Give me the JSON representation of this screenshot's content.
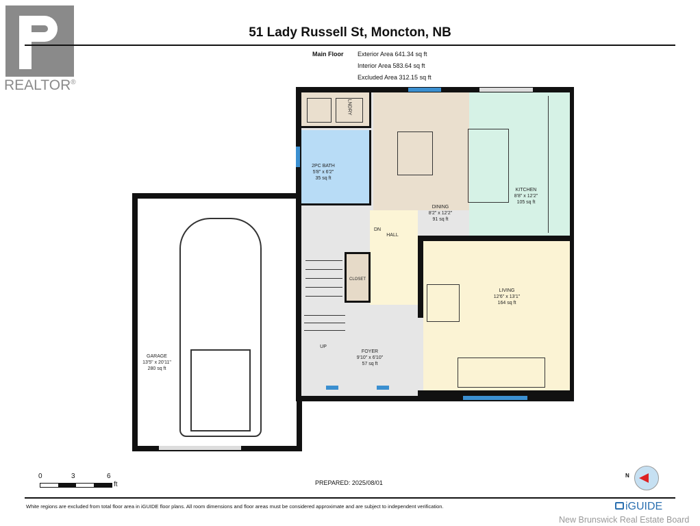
{
  "title": "51 Lady Russell St, Moncton, NB",
  "floor": {
    "name": "Main Floor",
    "exterior": "Exterior Area 641.34 sq ft",
    "interior": "Interior Area 583.64 sq ft",
    "excluded": "Excluded Area 312.15 sq ft"
  },
  "logo": {
    "text": "REALTOR",
    "mark": "®"
  },
  "rooms": {
    "laundry": {
      "name": "LNDRY"
    },
    "bath": {
      "name": "2PC BATH",
      "dims": "5'8\" x 6'2\"",
      "area": "35 sq ft"
    },
    "dining": {
      "name": "DINING",
      "dims": "8'2\" x 12'2\"",
      "area": "91 sq ft"
    },
    "kitchen": {
      "name": "KITCHEN",
      "dims": "8'8\" x 12'2\"",
      "area": "105 sq ft"
    },
    "hall": {
      "name": "HALL",
      "dn": "DN"
    },
    "closet": {
      "name": "CLOSET"
    },
    "living": {
      "name": "LIVING",
      "dims": "12'6\" x 13'1\"",
      "area": "164 sq ft"
    },
    "foyer": {
      "name": "FOYER",
      "dims": "9'10\" x 6'10\"",
      "area": "57 sq ft",
      "up": "UP"
    },
    "garage": {
      "name": "GARAGE",
      "dims": "13'5\" x 20'11\"",
      "area": "280 sq ft"
    }
  },
  "scale": {
    "ticks": [
      "0",
      "3",
      "6"
    ],
    "unit": "ft"
  },
  "prepared": "PREPARED: 2025/08/01",
  "compass": "N",
  "disclaimer": "White regions are excluded from total floor area in iGUIDE floor plans. All room dimensions and floor areas must be considered approximate and are subject to independent verification.",
  "brand": "iGUIDE",
  "board": "New Brunswick Real Estate Board"
}
